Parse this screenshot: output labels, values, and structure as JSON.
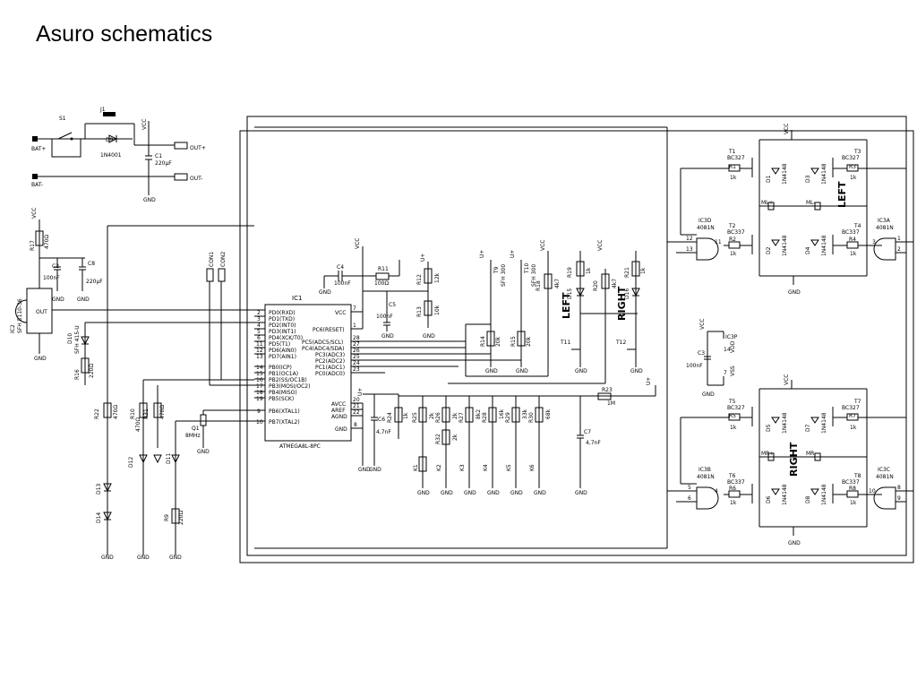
{
  "slide": {
    "title": "Asuro schematics"
  },
  "power": {
    "bat_plus": "BAT+",
    "bat_minus": "BAT-",
    "s1": "S1",
    "j1": "J1",
    "d9": "D9",
    "d9_part": "1N4001",
    "c1": "C1",
    "c1_val": "220µF",
    "out_plus": "OUT+",
    "out_minus": "OUT-"
  },
  "common": {
    "vcc": "VCC",
    "gnd": "GND",
    "vplus": "U+"
  },
  "ir_rx": {
    "ic2": "IC2",
    "ic2_part": "SFH 5110-36",
    "out": "OUT",
    "r17": "R17",
    "r17_val": "470Ω",
    "c2": "C2",
    "c2_val": "100nF",
    "c8": "C8",
    "c8_val": "220µF",
    "d10": "D10",
    "d10_part": "SFH 415-U",
    "r16": "R16",
    "r16_val": "220Ω"
  },
  "leds": {
    "r22": "R22",
    "r22_val": "470Ω",
    "r10": "R10",
    "r10_val": "470Ω",
    "r31": "R31",
    "r31_val": "470Ω",
    "d12": "D12",
    "d11": "D11",
    "d13": "D13",
    "d14": "D14",
    "r9": "R9",
    "r9_val": "220Ω",
    "q1": "Q1",
    "q1_val": "8MHz",
    "con1": "CON1",
    "con2": "CON2"
  },
  "mcu": {
    "ref": "IC1",
    "part": "ATMEGA8L-8PC",
    "left_pins": [
      "PD0(RXD)",
      "PD1(TXD)",
      "PD2(INT0)",
      "PD3(INT1)",
      "PD4(XCK/T0)",
      "PD5(T1)",
      "PD6(AIN0)",
      "PD7(AIN1)",
      "PB0(ICP)",
      "PB1(OC1A)",
      "PB2(SS/OC1B)",
      "PB3(MOSI/OC2)",
      "PB4(MISO)",
      "PB5(SCK)",
      "PB6(XTAL1)",
      "PB7(XTAL2)"
    ],
    "left_nums": [
      "2",
      "3",
      "4",
      "5",
      "6",
      "11",
      "12",
      "13",
      "14",
      "15",
      "16",
      "17",
      "18",
      "19",
      "9",
      "10"
    ],
    "right_pins": [
      "VCC",
      "PC6(RESET)",
      "PC5(ADC5/SCL)",
      "PC4(ADC4/SDA)",
      "PC3(ADC3)",
      "PC2(ADC2)",
      "PC1(ADC1)",
      "PC0(ADC0)",
      "AVCC",
      "AREF",
      "AGND",
      "GND"
    ],
    "right_nums": [
      "7",
      "1",
      "28",
      "27",
      "26",
      "25",
      "24",
      "23",
      "20",
      "21",
      "22",
      "8"
    ]
  },
  "mcu_passives": {
    "c4": "C4",
    "c4_val": "100nF",
    "r11": "R11",
    "r11_val": "100Ω",
    "r12": "R12",
    "r12_val": "12k",
    "r13": "R13",
    "r13_val": "10k",
    "c5": "C5",
    "c5_val": "100nF",
    "c6": "C6",
    "c6_val": "4,7nF",
    "r24": "R24",
    "r24_val": "1k"
  },
  "sensors": {
    "t9": "T9",
    "t9_part": "SFH 300",
    "t10": "T10",
    "t10_part": "SFH 300",
    "r14": "R14",
    "r14_val": "20k",
    "r15": "R15",
    "r15_val": "20k",
    "r18": "R18",
    "r18_val": "4k7",
    "r19": "R19",
    "r19_val": "1k",
    "d15": "D15",
    "r20": "R20",
    "r20_val": "4k7",
    "r21": "R21",
    "r21_val": "1k",
    "d16": "D16",
    "t11": "T11",
    "t12": "T12",
    "left": "LEFT",
    "right": "RIGHT"
  },
  "switches": {
    "r23": "R23",
    "r23_val": "1M",
    "c7": "C7",
    "c7_val": "4,7nF",
    "resistors": [
      {
        "ref": "R25",
        "val": "2k"
      },
      {
        "ref": "R26",
        "val": "2k"
      },
      {
        "ref": "R27",
        "val": "8k2"
      },
      {
        "ref": "R28",
        "val": "16k"
      },
      {
        "ref": "R29",
        "val": "33k"
      },
      {
        "ref": "R30",
        "val": "68k"
      }
    ],
    "r32": "R32",
    "r32_val": "2k",
    "keys": [
      "K1",
      "K2",
      "K3",
      "K4",
      "K5",
      "K6"
    ]
  },
  "bridge_left": {
    "label": "LEFT",
    "t1": "T1",
    "t1_part": "BC327",
    "t2": "T2",
    "t2_part": "BC337",
    "t3": "T3",
    "t3_part": "BC327",
    "t4": "T4",
    "t4_part": "BC337",
    "r1": "R1",
    "r2": "R2",
    "r3": "R3",
    "r4": "R4",
    "rval": "1k",
    "d1": "D1",
    "d2": "D2",
    "d3": "D3",
    "d4": "D4",
    "dpart": "1N4148",
    "ml_plus": "ML+",
    "ml_minus": "ML-",
    "ic3d": "IC3D",
    "ic3a": "IC3A",
    "gate_part": "4081N",
    "pins": [
      "12",
      "13",
      "11",
      "3",
      "1",
      "2"
    ]
  },
  "bridge_right": {
    "label": "RIGHT",
    "t5": "T5",
    "t5_part": "BC327",
    "t6": "T6",
    "t6_part": "BC337",
    "t7": "T7",
    "t7_part": "BC327",
    "t8": "T8",
    "t8_part": "BC337",
    "r5": "R5",
    "r6": "R6",
    "r7": "R7",
    "r8": "R8",
    "rval": "1k",
    "d5": "D5",
    "d6": "D6",
    "d7": "D7",
    "d8": "D8",
    "dpart": "1N4148",
    "mr_plus": "MR+",
    "mr_minus": "MR-",
    "ic3b": "IC3B",
    "ic3c": "IC3C",
    "gate_part": "4081N",
    "pins": [
      "5",
      "6",
      "4",
      "10",
      "8",
      "9"
    ]
  },
  "ic3p": {
    "ref": "IC3P",
    "c3": "C3",
    "c3_val": "100nF",
    "vdd": "VDD",
    "vss": "VSS",
    "pin14": "14",
    "pin7": "7"
  }
}
